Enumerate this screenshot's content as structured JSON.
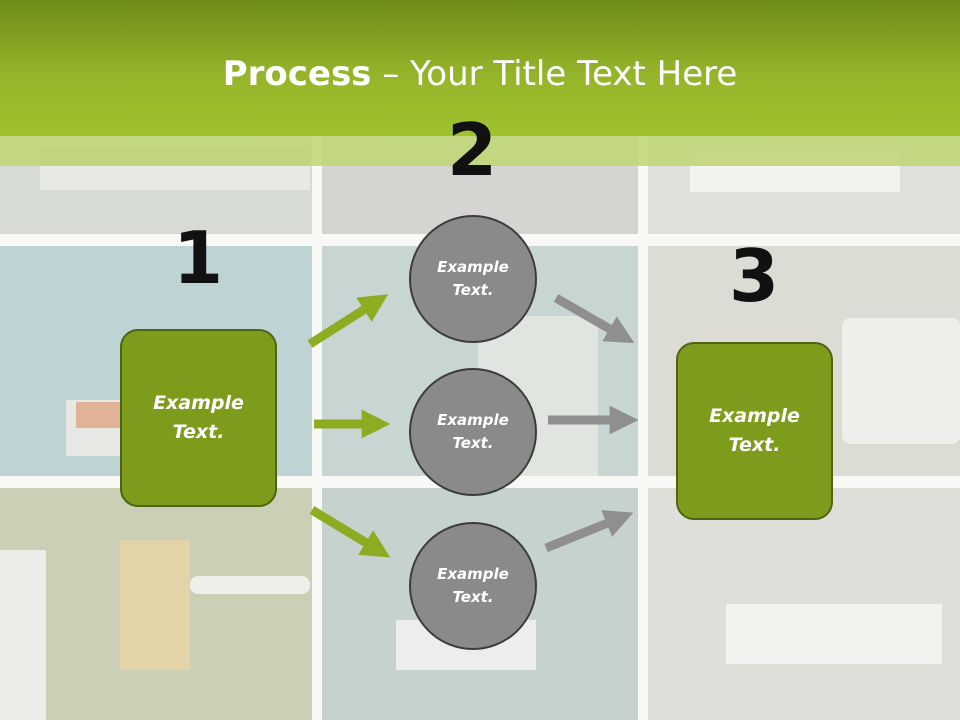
{
  "title": {
    "bold": "Process",
    "rest": " – Your Title Text Here"
  },
  "steps": [
    {
      "number": "1",
      "text": "Example\nText."
    },
    {
      "number": "2"
    },
    {
      "number": "3",
      "text": "Example\nText."
    }
  ],
  "circles": [
    {
      "text": "Example\nText."
    },
    {
      "text": "Example\nText."
    },
    {
      "text": "Example\nText."
    }
  ],
  "colors": {
    "accent_green": "#7e9c1c",
    "circle_gray": "#8a8a8a",
    "arrow_green": "#8eac22",
    "arrow_gray": "#8f8f8f",
    "title_bar": "#94b52a"
  }
}
